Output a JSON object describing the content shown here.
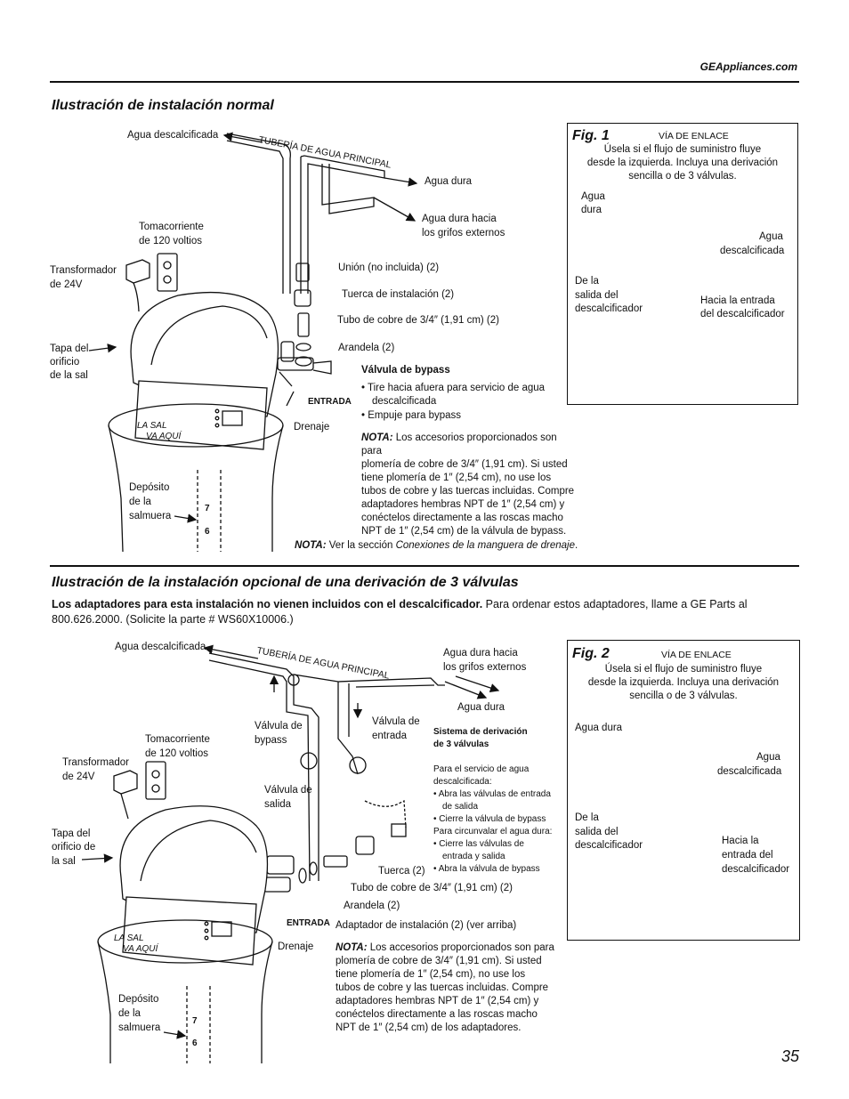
{
  "header": {
    "site": "GEAppliances.com"
  },
  "section1": {
    "title": "Ilustración de instalación normal",
    "labels": {
      "soft_water": "Agua descalcificada",
      "main_pipe": "TUBERÍA DE AGUA PRINCIPAL",
      "hard_water": "Agua dura",
      "hard_to_faucets_1": "Agua dura hacia",
      "hard_to_faucets_2": "los grifos externos",
      "outlet_1": "Tomacorriente",
      "outlet_2": "de 120 voltios",
      "transformer_1": "Transformador",
      "transformer_2": "de 24V",
      "union": "Unión (no incluida) (2)",
      "nut": "Tuerca de instalación (2)",
      "copper": "Tubo de cobre de 3/4″ (1,91 cm) (2)",
      "washer": "Arandela (2)",
      "bypass_valve": "Válvula de bypass",
      "bypass_b1_1": "• Tire hacia afuera para servicio de agua",
      "bypass_b1_2": "descalcificada",
      "bypass_b2": "• Empuje para bypass",
      "lid_1": "Tapa del",
      "lid_2": "orificio",
      "lid_3": "de la sal",
      "entrada": "ENTRADA",
      "drain": "Drenaje",
      "salt_1": "LA SAL",
      "salt_2": "VA AQUÍ",
      "brine_1": "Depósito",
      "brine_2": "de la",
      "brine_3": "salmuera",
      "mark_7": "7",
      "mark_6": "6"
    },
    "note_label": "NOTA:",
    "note_lines": [
      "Los accesorios proporcionados son para",
      "plomería de cobre de 3/4″ (1,91 cm). Si usted",
      "tiene plomería de 1″ (2,54 cm), no use los",
      "tubos de cobre y las tuercas incluidas. Compre",
      "adaptadores hembras NPT de 1″ (2,54 cm) y",
      "conéctelos directamente a las roscas macho",
      "NPT de 1″ (2,54 cm) de la válvula de bypass."
    ],
    "note2_label": "NOTA:",
    "note2_text": "Ver la sección",
    "note2_italic": "Conexiones de la manguera de drenaje",
    "note2_end": "."
  },
  "fig1": {
    "title": "Fig. 1",
    "via": "VÍA DE ENLACE",
    "desc": [
      "Úsela si el flujo de suministro fluye",
      "desde la izquierda. Incluya una derivación",
      "sencilla o de 3 válvulas."
    ],
    "hard_1": "Agua",
    "hard_2": "dura",
    "soft_1": "Agua",
    "soft_2": "descalcificada",
    "from_1": "De la",
    "from_2": "salida del",
    "from_3": "descalcificador",
    "to_1": "Hacia la entrada",
    "to_2": "del descalcificador"
  },
  "section2": {
    "title": "Ilustración de la instalación opcional de una derivación de 3 válvulas",
    "intro_bold": "Los adaptadores para esta instalación no vienen incluidos con el descalcificador.",
    "intro_rest": " Para ordenar estos adaptadores, llame a GE Parts al",
    "intro_line2": "800.626.2000. (Solicite la parte # WS60X10006.)",
    "labels": {
      "soft_water": "Agua descalcificada",
      "main_pipe": "TUBERÍA DE AGUA PRINCIPAL",
      "hard_faucets_1": "Agua dura hacia",
      "hard_faucets_2": "los grifos externos",
      "hard_water": "Agua dura",
      "bypass_1": "Válvula de",
      "bypass_2": "bypass",
      "inlet_1": "Válvula de",
      "inlet_2": "entrada",
      "outlet_v_1": "Válvula de",
      "outlet_v_2": "salida",
      "outlet_1": "Tomacorriente",
      "outlet_2": "de 120 voltios",
      "transformer_1": "Transformador",
      "transformer_2": "de 24V",
      "lid_1": "Tapa del",
      "lid_2": "orificio de",
      "lid_3": "la sal",
      "nut": "Tuerca (2)",
      "copper": "Tubo de cobre de 3/4″ (1,91 cm) (2)",
      "washer": "Arandela (2)",
      "adapter": "Adaptador de instalación (2) (ver arriba)",
      "entrada": "ENTRADA",
      "drain": "Drenaje",
      "salt_1": "LA SAL",
      "salt_2": "VA AQUÍ",
      "brine_1": "Depósito",
      "brine_2": "de la",
      "brine_3": "salmuera",
      "mark_7": "7",
      "mark_6": "6"
    },
    "system": {
      "title_1": "Sistema de derivación",
      "title_2": "de 3 válvulas",
      "svc_1": "Para el servicio de agua",
      "svc_2": "descalcificada:",
      "svc_b1_1": "• Abra las válvulas de entrada",
      "svc_b1_2": "de salida",
      "svc_b2": "• Cierre la válvula de bypass",
      "byp_1": "Para circunvalar el agua dura:",
      "byp_b1_1": "• Cierre las válvulas de",
      "byp_b1_2": "entrada y salida",
      "byp_b2": "• Abra la válvula de bypass"
    },
    "note_label": "NOTA:",
    "note_lines": [
      "Los accesorios proporcionados son para",
      "plomería de cobre de 3/4″ (1,91 cm). Si usted",
      "tiene plomería de 1″ (2,54 cm), no use los",
      "tubos de cobre y las tuercas incluidas. Compre",
      "adaptadores hembras NPT de 1″ (2,54 cm) y",
      "conéctelos directamente a las roscas macho",
      "NPT de 1″ (2,54 cm) de los adaptadores."
    ]
  },
  "fig2": {
    "title": "Fig. 2",
    "via": "VÍA DE ENLACE",
    "desc": [
      "Úsela si el flujo de suministro fluye",
      "desde la izquierda. Incluya una derivación",
      "sencilla o de 3 válvulas."
    ],
    "hard": "Agua dura",
    "soft_1": "Agua",
    "soft_2": "descalcificada",
    "from_1": "De la",
    "from_2": "salida del",
    "from_3": "descalcificador",
    "to_1": "Hacia la",
    "to_2": "entrada del",
    "to_3": "descalcificador"
  },
  "page_number": "35"
}
